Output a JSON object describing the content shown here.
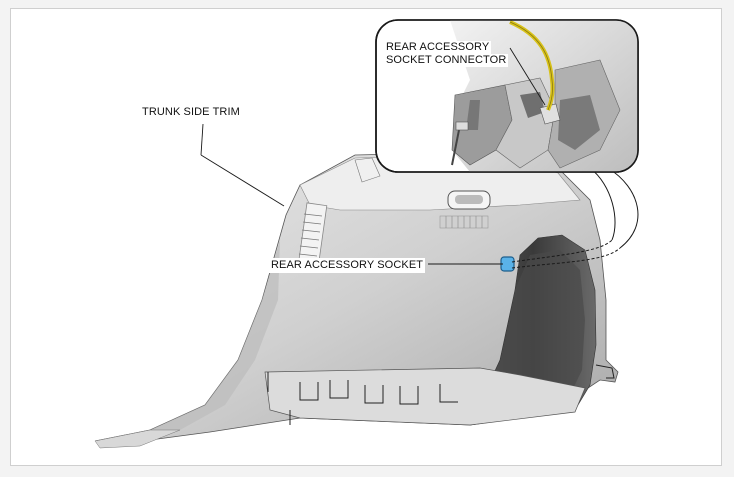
{
  "diagram": {
    "labels": {
      "trunk_side_trim": "TRUNK SIDE TRIM",
      "rear_accessory_socket": "REAR ACCESSORY SOCKET",
      "connector_line1": "REAR ACCESSORY",
      "connector_line2": "SOCKET CONNECTOR"
    },
    "colors": {
      "socket": "#5ab2e8",
      "harness": "#d8c21a",
      "outline": "#1a1a1a"
    }
  }
}
